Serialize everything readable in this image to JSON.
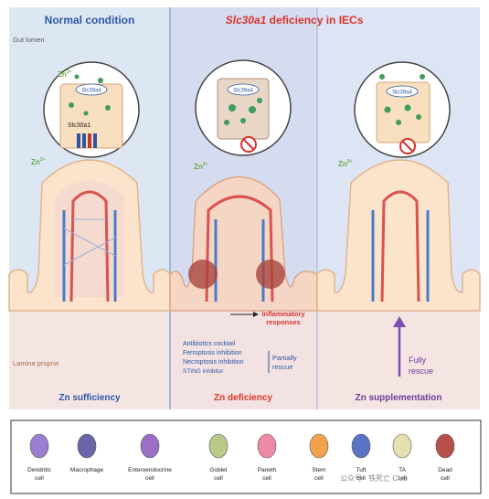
{
  "panels": {
    "normal": {
      "title": "Normal condition",
      "bottom": "Zn sufficiency"
    },
    "deficiency": {
      "title_gene": "Slc30a1",
      "title_rest": "deficiency in IECs",
      "bottom": "Zn deficiency"
    },
    "supplementation": {
      "bottom": "Zn supplementation"
    }
  },
  "labels": {
    "gut_lumen": "Gut lumen",
    "lamina_propria": "Lamina propria",
    "zn": "Zn",
    "zn_sup": "2+",
    "transporter_in": "Slc39a4",
    "transporter_out": "Slc30a1",
    "inflammatory_1": "Inflammatory",
    "inflammatory_2": "responses",
    "fully_1": "Fully",
    "fully_2": "rescue",
    "partially_1": "Partially",
    "partially_2": "rescue"
  },
  "treatments": [
    "Antibiotics cocktail",
    "Ferroptosis inhibition",
    "Necroptosis inhibition",
    "STING inhibitor"
  ],
  "legend": [
    {
      "l1": "Dendritic",
      "l2": "cell",
      "color": "#9a7fd0"
    },
    {
      "l1": "Macrophage",
      "l2": "",
      "color": "#6a64a8"
    },
    {
      "l1": "Enteroendocrine",
      "l2": "cell",
      "color": "#9b6fc6"
    },
    {
      "l1": "Goblet",
      "l2": "cell",
      "color": "#b8c98a"
    },
    {
      "l1": "Paneth",
      "l2": "cell",
      "color": "#ef8aa4"
    },
    {
      "l1": "Stem",
      "l2": "cell",
      "color": "#f2a24a"
    },
    {
      "l1": "Tuft",
      "l2": "cell",
      "color": "#5a74c4"
    },
    {
      "l1": "TA",
      "l2": "cell",
      "color": "#e8dfae"
    },
    {
      "l1": "Dead",
      "l2": "cell",
      "color": "#b8504a"
    }
  ],
  "watermark": "公众号 · 铁死亡 Club",
  "colors": {
    "blue_title": "#2d57a6",
    "red": "#d8342c",
    "purple": "#6a3d9a",
    "crypt_fill": "#fbe3cc",
    "vessel_red": "#d9534f",
    "vessel_blue": "#4a7bc8"
  }
}
